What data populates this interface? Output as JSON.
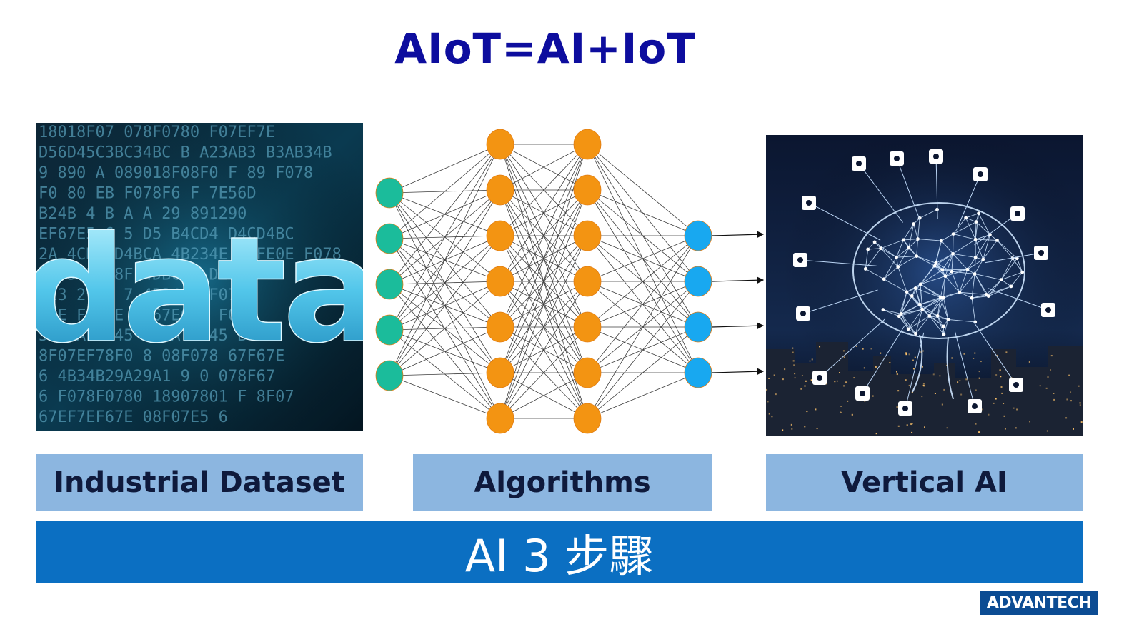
{
  "title": "AIoT=AI+IoT",
  "panels": {
    "data_image": {
      "word": "data",
      "hex_rows": [
        "18018F07 078F0780  F07EF7E",
        "D56D45C3BC34BC B A23AB3 B3AB34B",
        "9 890 A 089018F08F0 F 89 F078",
        "F0 80 EB F078F6 F  7E56D",
        "B24B   4 B A  A 29 891290",
        "EF67E5 6  5 D5 B4CD4 D4CD4BC",
        "2A 4CD4CD4BCA 4B234E F6FE0E F078",
        "F7 57E 78F   4DBC 4 DE7",
        "A23 2918  7 4B34 2 F07",
        "EFE F07 E D  67E6 E F07",
        "5C3  AB3 45  E 3A  CD45 B",
        "8F07EF78F0 8 08F078 67F67E",
        "6 4B34B29A29A1 9   0 078F67",
        "6 F078F0780 18907801  F 8F07",
        "67EF7EF67E 08F07E5 6"
      ]
    },
    "neural_network": {
      "layers": [
        5,
        7,
        7,
        4
      ],
      "colors": [
        "#1bbc9b",
        "#f39412",
        "#f39412",
        "#18a8f0"
      ],
      "stroke_color": "#e07b12"
    },
    "vertical_ai": {
      "background": "#0b1630",
      "glow": "#d8ecff"
    }
  },
  "labels": {
    "dataset": "Industrial Dataset",
    "algorithms": "Algorithms",
    "vertical": "Vertical AI"
  },
  "banner": "AI 3 步驟",
  "logo": "ADVANTECH"
}
